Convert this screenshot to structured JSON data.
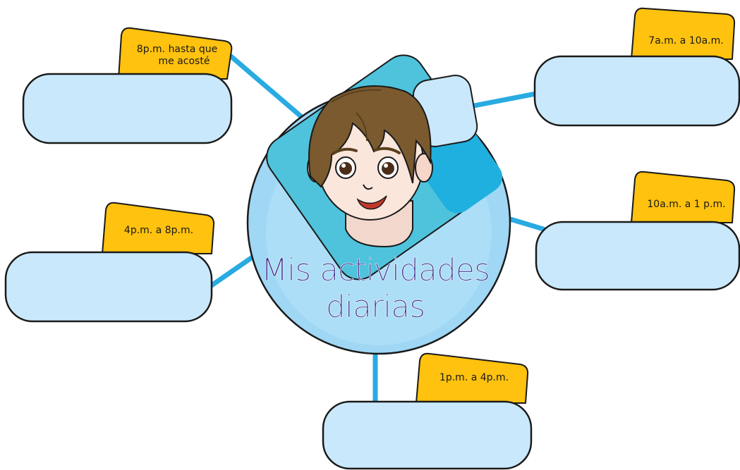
{
  "title": {
    "line1": "Mis actividades",
    "line2": "diarias"
  },
  "slots": [
    {
      "id": "slot-8pm",
      "label_line1": "8p.m. hasta que",
      "label_line2": "me acosté"
    },
    {
      "id": "slot-7am",
      "label_line1": "7a.m. a 10a.m.",
      "label_line2": ""
    },
    {
      "id": "slot-10am",
      "label_line1": "10a.m. a 1 p.m.",
      "label_line2": ""
    },
    {
      "id": "slot-4pm",
      "label_line1": "4p.m. a 8p.m.",
      "label_line2": ""
    },
    {
      "id": "slot-1pm",
      "label_line1": "1p.m. a 4p.m.",
      "label_line2": ""
    }
  ],
  "colors": {
    "connector": "#29abe2",
    "tab_fill": "#ffc20e",
    "box_fill": "#c9e8fb",
    "circle_fill": "#9fd7f5",
    "diamond_fill": "#4fc3dc",
    "outline": "#1a1a1a",
    "title_color": "#3a2f8c"
  }
}
